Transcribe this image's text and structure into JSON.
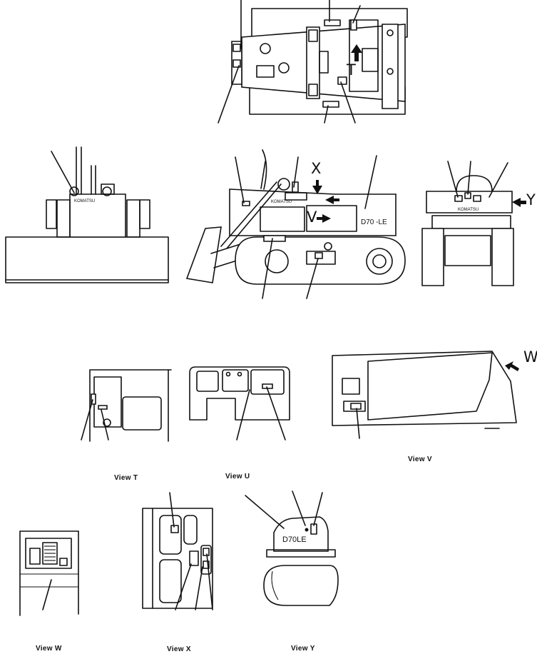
{
  "view_labels": {
    "t": "View T",
    "u": "View U",
    "v": "View V",
    "w": "View W",
    "x": "View X",
    "y": "View Y"
  },
  "arrow_letters": {
    "x": "X",
    "v": "V",
    "y": "Y",
    "w": "W",
    "t": "T"
  },
  "model_text": {
    "side": "D70 -LE",
    "view_y": "D70LE"
  },
  "brand_text": "KOMATSU"
}
